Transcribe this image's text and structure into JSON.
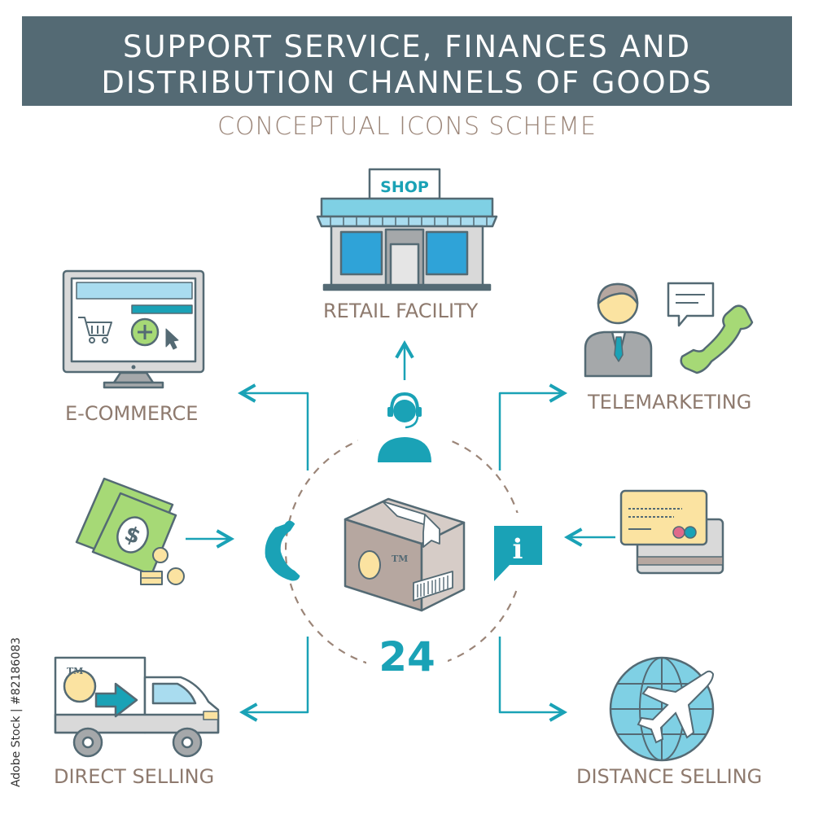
{
  "header": {
    "title_line1": "SUPPORT SERVICE, FINANCES AND",
    "title_line2": "DISTRIBUTION CHANNELS OF GOODS",
    "subtitle": "CONCEPTUAL ICONS SCHEME"
  },
  "nodes": {
    "retail": {
      "label": "RETAIL FACILITY",
      "sign": "SHOP"
    },
    "ecommerce": {
      "label": "E-COMMERCE"
    },
    "telemarketing": {
      "label": "TELEMARKETING"
    },
    "direct": {
      "label": "DIRECT SELLING",
      "tm": "TM"
    },
    "distance": {
      "label": "DISTANCE SELLING"
    }
  },
  "center": {
    "number": "24",
    "box_tm": "TM",
    "info_glyph": "i"
  },
  "watermark": {
    "side_text": "Adobe Stock | #82186083"
  },
  "colors": {
    "header_bg": "#546a74",
    "accent": "#1aa2b6",
    "label": "#8e7a6e",
    "box": "#b6a7a0",
    "light_blue": "#a9dcef",
    "green": "#a6d976",
    "yellow": "#fbe3a1"
  },
  "icons": [
    "shop-icon",
    "monitor-cart-icon",
    "agent-headset-icon",
    "operator-phone-icon",
    "money-icon",
    "phone-icon",
    "parcel-box-icon",
    "info-icon",
    "credit-card-icon",
    "delivery-van-icon",
    "globe-plane-icon"
  ]
}
